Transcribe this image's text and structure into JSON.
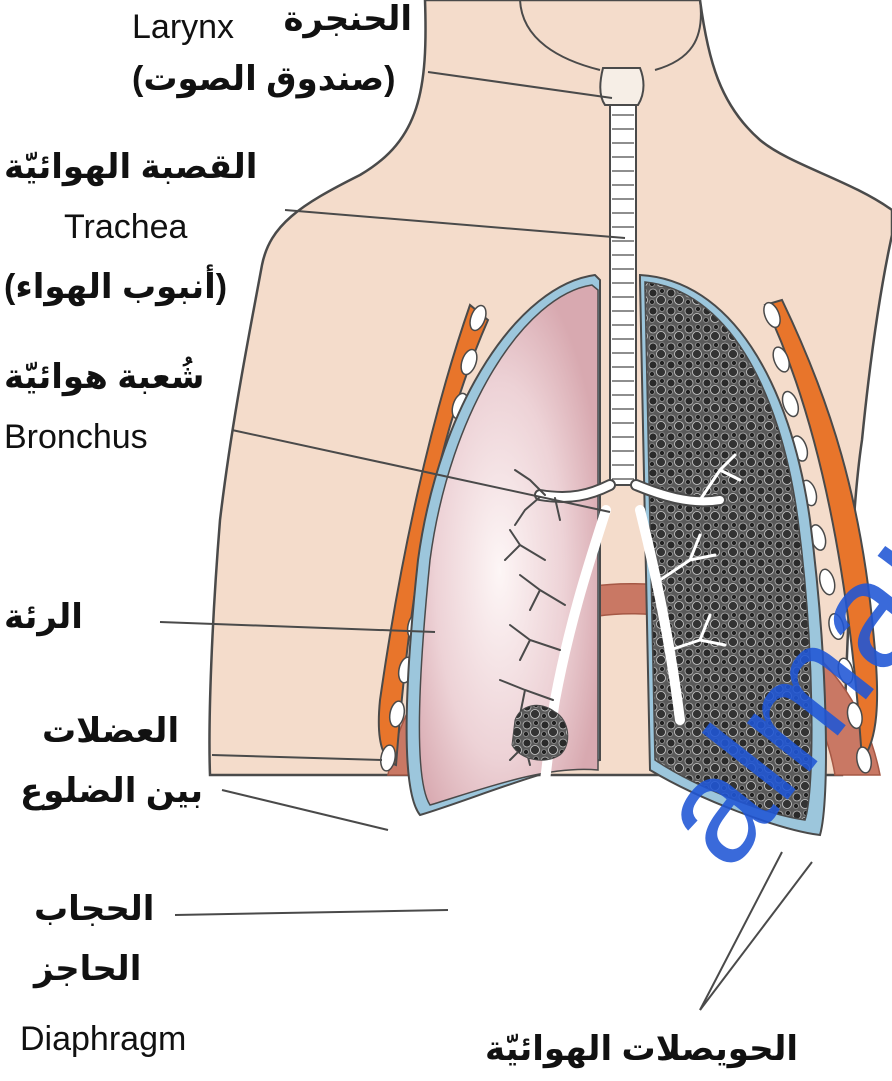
{
  "labels": {
    "larynx_ar": "الحنجرة",
    "larynx_en": "Larynx",
    "larynx_note": "(صندوق الصوت)",
    "trachea_ar": "القصبة الهوائيّة",
    "trachea_en": "Trachea",
    "trachea_note": "(أنبوب الهواء)",
    "bronchus_ar": "شُعبة هوائيّة",
    "bronchus_en": "Bronchus",
    "lung_ar": "الرئة",
    "muscles_ar_1": "العضلات",
    "muscles_ar_2": "بين الضلوع",
    "diaphragm_ar_1": "الحجاب",
    "diaphragm_ar_2": "الحاجز",
    "diaphragm_en": "Diaphragm",
    "alveoli_ar": "الحويصلات الهوائيّة"
  },
  "watermark": "almanahj",
  "colors": {
    "skin": "#f4dccb",
    "outline": "#4a4a4a",
    "lung_fill": "#e7c3c8",
    "pleura": "#9cc6dc",
    "diaphragm": "#c97864",
    "muscle": "#e8752b",
    "alveoli": "#2b2b2b",
    "watermark": "#1f56d6"
  }
}
